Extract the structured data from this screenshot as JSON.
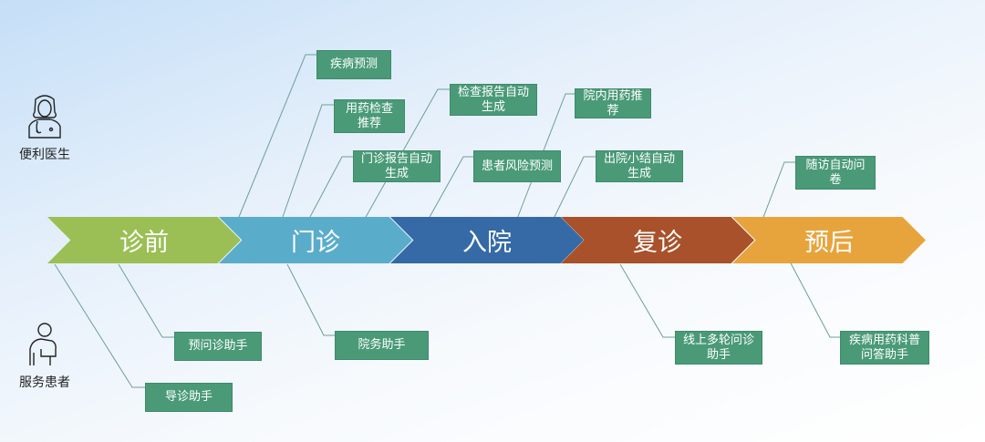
{
  "roles": {
    "doctor": "便利医生",
    "patient": "服务患者"
  },
  "stages": [
    {
      "label": "诊前",
      "color": "#9bbf55"
    },
    {
      "label": "门诊",
      "color": "#5aaccb"
    },
    {
      "label": "入院",
      "color": "#356aa6"
    },
    {
      "label": "复诊",
      "color": "#a8512a"
    },
    {
      "label": "预后",
      "color": "#e8a43c"
    }
  ],
  "doctor_tools": [
    "疾病预测",
    "用药检查推荐",
    "门诊报告自动生成",
    "检查报告自动生成",
    "患者风险预测",
    "院内用药推荐",
    "出院小结自动生成",
    "随访自动问卷"
  ],
  "patient_tools": [
    "导诊助手",
    "预问诊助手",
    "院务助手",
    "线上多轮问诊助手",
    "疾病用药科普问答助手"
  ],
  "colors": {
    "box": "#4a9a78",
    "line": "#6a9a90"
  }
}
